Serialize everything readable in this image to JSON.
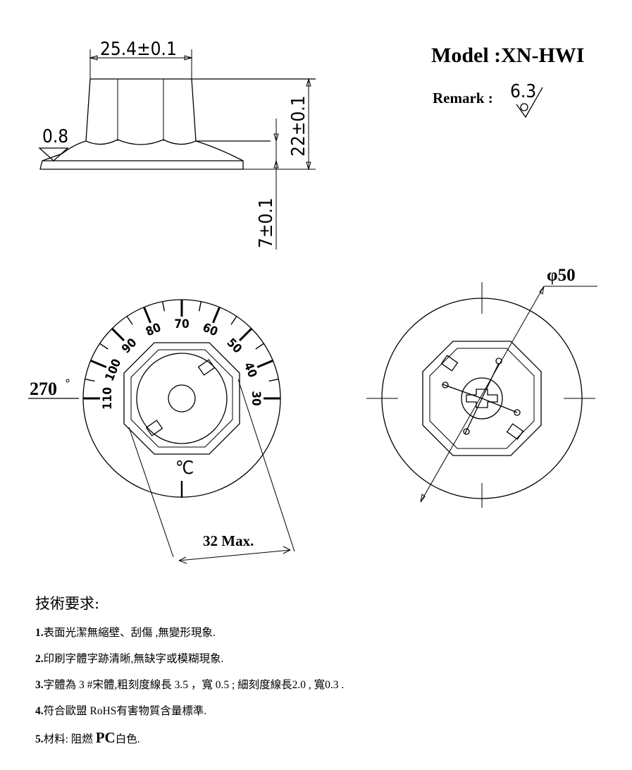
{
  "header": {
    "model_label": "Model :XN-HWI",
    "remark_label": "Remark :",
    "roughness_symbol": "6.3"
  },
  "side_view": {
    "top_diameter_dim": "25.4±0.1",
    "total_height_dim": "22±0.1",
    "skirt_height_dim": "7±0.1",
    "edge_roughness": "0.8"
  },
  "front_view": {
    "angle_label": "270",
    "scale_labels": [
      "110",
      "100",
      "90",
      "80",
      "70",
      "60",
      "50",
      "40",
      "30"
    ],
    "unit_label": "℃",
    "width_dim": "32 Max."
  },
  "back_view": {
    "diameter_dim": "φ50"
  },
  "tech_requirements": {
    "title": "技術要求:",
    "items": [
      {
        "num": "1.",
        "text": "表面光潔無縮壁、刮傷 ,無變形現象."
      },
      {
        "num": "2.",
        "text": "印刷字體字跡清晰,無缺字或模糊現象."
      },
      {
        "num": "3.",
        "text": "字體為 3 #宋體,粗刻度線長 3.5 ，寬 0.5 ; 細刻度線長2.0 , 寬0.3 ."
      },
      {
        "num": "4.",
        "text": "符合歐盟 RoHS有害物質含量標準."
      },
      {
        "num": "5.",
        "text": "材料: 阻燃 ",
        "pc": "PC",
        "suffix": "白色."
      }
    ]
  }
}
